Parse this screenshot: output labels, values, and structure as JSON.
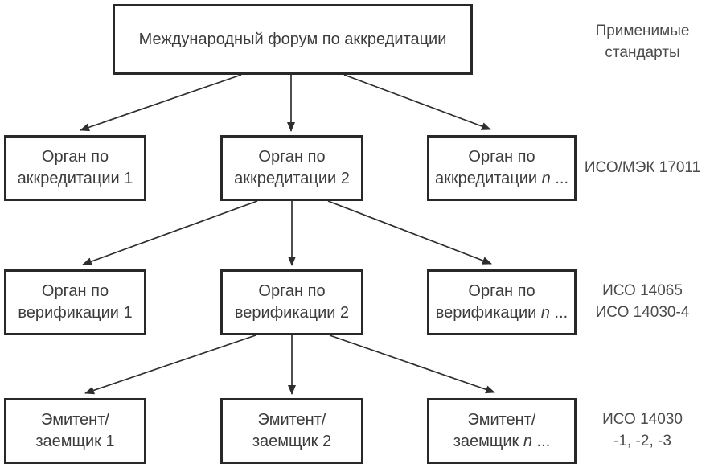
{
  "nodes": {
    "forum": {
      "label": "Международный форум по аккредитации"
    },
    "accreditation_1": {
      "line1": "Орган по",
      "line2": "аккредитации 1"
    },
    "accreditation_2": {
      "line1": "Орган по",
      "line2": "аккредитации 2"
    },
    "accreditation_n": {
      "line1": "Орган по",
      "line2": "аккредитации ",
      "n": "n",
      "ellipsis": " ..."
    },
    "verification_1": {
      "line1": "Орган по",
      "line2": "верификации 1"
    },
    "verification_2": {
      "line1": "Орган по",
      "line2": "верификации 2"
    },
    "verification_n": {
      "line1": "Орган по",
      "line2": "верификации ",
      "n": "n",
      "ellipsis": " ..."
    },
    "issuer_1": {
      "line1": "Эмитент/",
      "line2": "заемщик 1"
    },
    "issuer_2": {
      "line1": "Эмитент/",
      "line2": "заемщик 2"
    },
    "issuer_n": {
      "line1": "Эмитент/",
      "line2": "заемщик ",
      "n": "n",
      "ellipsis": " ..."
    }
  },
  "standards_column": {
    "header": {
      "line1": "Применимые",
      "line2": "стандарты"
    },
    "accreditation": {
      "line1": "ИСО/МЭК 17011"
    },
    "verification": {
      "line1": "ИСО 14065",
      "line2": "ИСО 14030-4"
    },
    "issuer": {
      "line1": "ИСО 14030",
      "line2": "-1, -2, -3"
    }
  },
  "colors": {
    "line": "#2e2e2e",
    "border": "#282828",
    "text": "#3c3c3c",
    "background": "#ffffff"
  }
}
